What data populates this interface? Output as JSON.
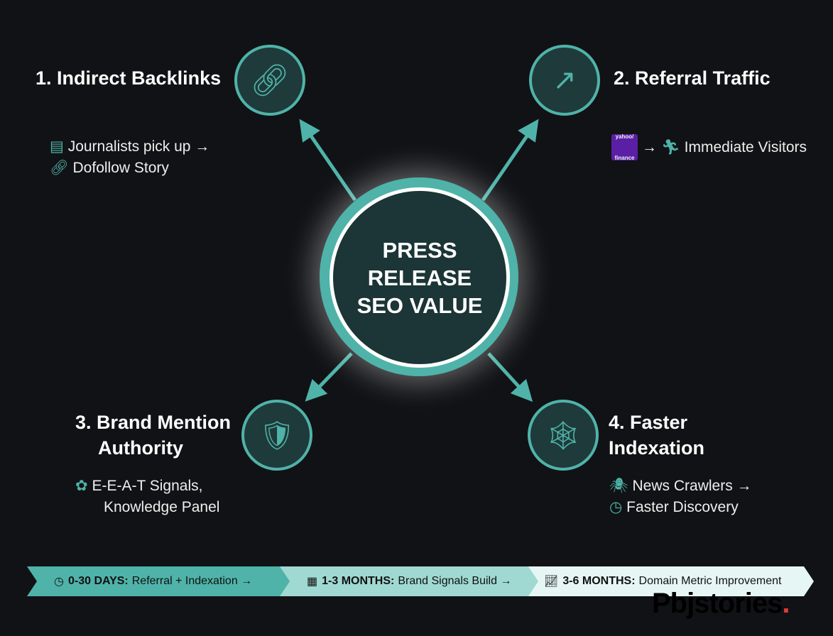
{
  "center": {
    "lines": [
      "PRESS",
      "RELEASE",
      "SEO VALUE"
    ]
  },
  "items": [
    {
      "title": "1. Indirect Backlinks",
      "lines": [
        "Journalists pick up →",
        "Dofollow Story"
      ]
    },
    {
      "title": "2. Referral Traffic",
      "logo": "yahoo/ finance",
      "lines": [
        "→",
        "Immediate Visitors"
      ]
    },
    {
      "title_lines": [
        "3. Brand Mention",
        "Authority"
      ],
      "lines": [
        "E-E-A-T Signals,",
        "Knowledge Panel"
      ]
    },
    {
      "title_lines": [
        "4. Faster",
        "Indexation"
      ],
      "lines": [
        "News Crawlers →",
        "Faster Discovery"
      ]
    }
  ],
  "timeline": [
    {
      "bold": "0-30 DAYS:",
      "text": "Referral + Indexation →",
      "color": "#4fb3a9"
    },
    {
      "bold": "1-3 MONTHS:",
      "text": "Brand Signals Build →",
      "color": "#9fd9d2"
    },
    {
      "bold": "3-6 MONTHS:",
      "text": "Domain Metric Improvement",
      "color": "#e6f6f4"
    }
  ],
  "watermark": "Pbjstories"
}
